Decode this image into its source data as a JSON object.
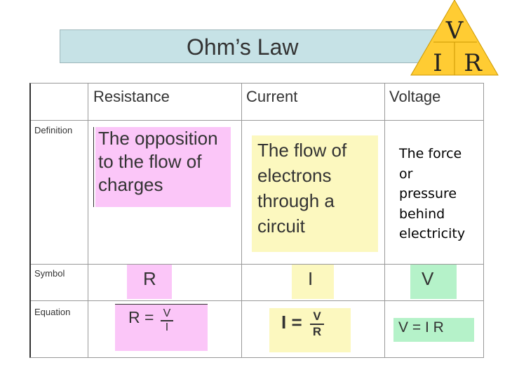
{
  "title": "Ohm’s Law",
  "triangle": {
    "top": "V",
    "left": "I",
    "right": "R"
  },
  "headers": [
    "Resistance",
    "Current",
    "Voltage"
  ],
  "rows": {
    "definition": {
      "label": "Definition",
      "resistance": [
        "The opposition",
        "to the flow of",
        "charges"
      ],
      "current": [
        "The flow of",
        "electrons",
        "through a",
        "circuit"
      ],
      "voltage": [
        "The force",
        "or",
        "pressure",
        "behind",
        "electricity"
      ]
    },
    "symbol": {
      "label": "Symbol",
      "resistance": "R",
      "current": "I",
      "voltage": "V"
    },
    "equation": {
      "label": "Equation",
      "resistance": {
        "lhs": "R =",
        "num": "V",
        "den": "I"
      },
      "current": {
        "lhs": "I =",
        "num": "V",
        "den": "R"
      },
      "voltage": "V = I R"
    }
  },
  "colors": {
    "title_bg": "#c6e2e6",
    "triangle": "#ffcc33",
    "pink": "#fbc6f8",
    "yellow": "#fcf8bf",
    "green": "#b5f2c9"
  }
}
